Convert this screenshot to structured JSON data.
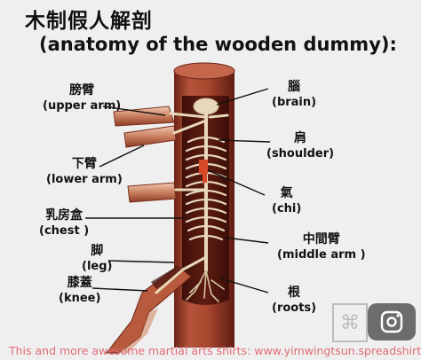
{
  "title": "木制假人解剖",
  "subtitle": "(anatomy of the wooden dummy):",
  "labels": {
    "upper_arm": {
      "zh": "膀臂",
      "en": "(upper arm)"
    },
    "lower_arm": {
      "zh": "下臂",
      "en": "(lower arm)"
    },
    "chest": {
      "zh": "乳房盒",
      "en": "(chest )"
    },
    "leg": {
      "zh": "脚",
      "en": "(leg)"
    },
    "knee": {
      "zh": "膝蓋",
      "en": "(knee)"
    },
    "brain": {
      "zh": "腦",
      "en": "(brain)"
    },
    "shoulder": {
      "zh": "肩",
      "en": "(shoulder)"
    },
    "chi": {
      "zh": "氣",
      "en": "(chi)"
    },
    "middle_arm": {
      "zh": "中間臂",
      "en": "(middle arm )"
    },
    "roots": {
      "zh": "根",
      "en": "(roots)"
    }
  },
  "footer": "This and more awesome martial arts shirts: www.yimwingtsun.spreadshirt.de",
  "colors": {
    "trunk": "#a9472f",
    "trunk_dark": "#5a1a10",
    "bone": "#e8d7b8",
    "chi": "#d94a2a",
    "footer": "#e06b78"
  },
  "icons": {
    "search": "lens-search-icon",
    "stamp": "seal-stamp-icon"
  }
}
